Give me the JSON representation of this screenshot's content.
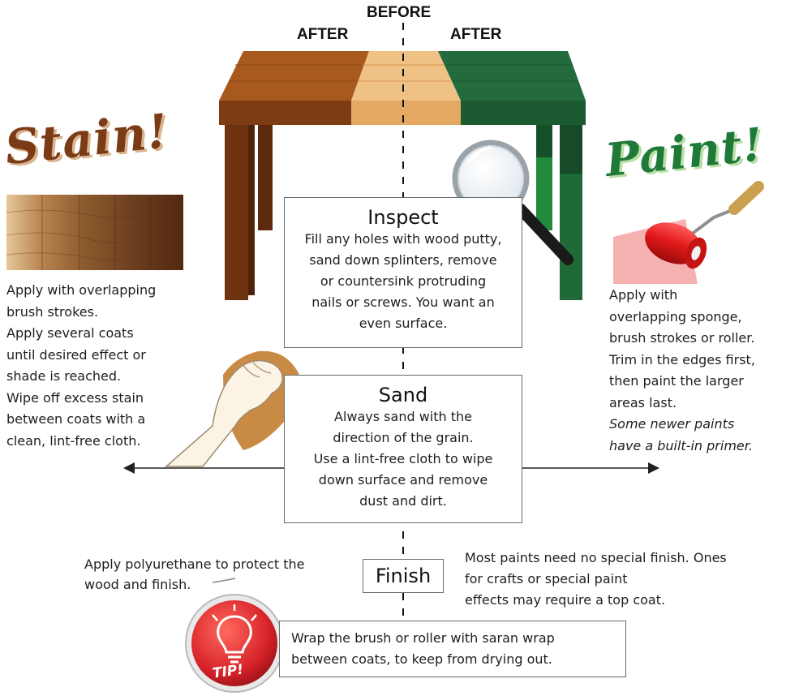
{
  "colors": {
    "stain_brown": "#7a3b16",
    "paint_green": "#1f6a36",
    "natural_wood": "#e2ad6a",
    "tip_red": "#d8232a"
  },
  "labels": {
    "before": "BEFORE",
    "after_left": "AFTER",
    "after_right": "AFTER"
  },
  "stain": {
    "title": "Stain!",
    "lines": [
      "Apply with overlapping",
      "brush strokes.",
      "Apply several coats",
      "until desired effect or",
      "shade is reached.",
      "Wipe off excess stain",
      "between coats with a",
      "clean, lint-free cloth."
    ]
  },
  "paint": {
    "title": "Paint!",
    "lines": [
      "Apply with",
      "overlapping sponge,",
      "brush strokes or roller.",
      "Trim in the edges first,",
      "then paint the larger",
      "areas last."
    ],
    "italic_lines": [
      "Some newer paints",
      "have a built-in primer."
    ]
  },
  "inspect": {
    "title": "Inspect",
    "lines": [
      "Fill any holes with wood putty,",
      "sand down splinters, remove",
      "or countersink protruding",
      "nails or screws. You want an",
      "even surface."
    ]
  },
  "sand": {
    "title": "Sand",
    "lines": [
      "Always sand with the",
      "direction of the grain.",
      "Use a lint-free cloth to wipe",
      "down surface and remove",
      "dust and dirt."
    ]
  },
  "finish": {
    "title": "Finish",
    "left_lines": [
      "Apply polyurethane to protect the",
      "wood and finish."
    ],
    "right_lines": [
      "Most paints need no special finish.  Ones",
      "for crafts or special paint",
      "effects may require a top coat."
    ]
  },
  "tip": {
    "badge": "TIP!",
    "lines": [
      "Wrap the brush or roller with saran wrap",
      "between coats,  to keep from drying out."
    ]
  },
  "icons": {
    "magnifier": "magnifying-glass-icon",
    "roller": "paint-roller-icon",
    "hand": "sanding-hand-icon",
    "lightbulb": "lightbulb-icon"
  }
}
